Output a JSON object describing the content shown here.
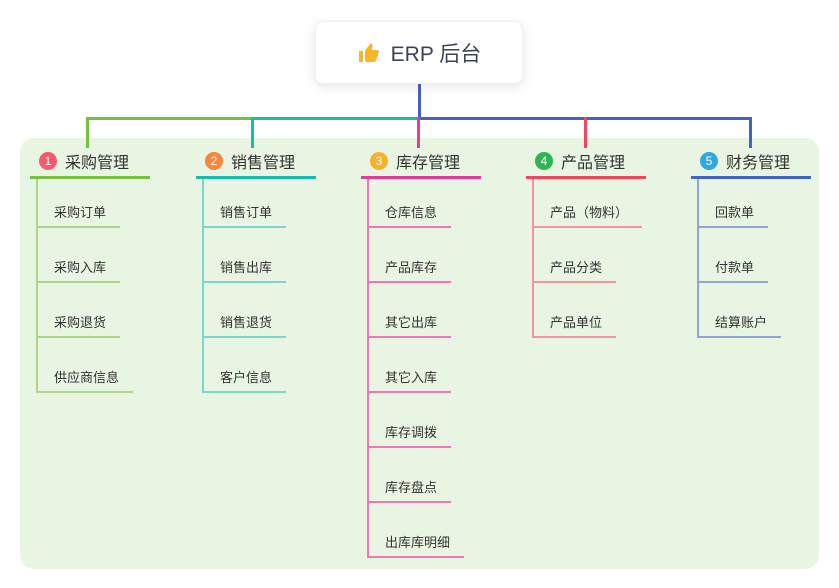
{
  "root": {
    "label": "ERP 后台",
    "icon": "thumbs-up"
  },
  "colors": {
    "canvas_bg": "#e8f5e3",
    "root_connector": "#4a5fc4",
    "branch_1": "#76bf3f",
    "branch_2": "#16bcb0",
    "branch_3": "#e03c9c",
    "branch_4": "#f0475a",
    "branch_5": "#3d64c6",
    "badge_1": "#f5596b",
    "badge_2": "#f6873c",
    "badge_3": "#f5b02c",
    "badge_4": "#2eb553",
    "badge_5": "#2fa8e0"
  },
  "branches": [
    {
      "badge": "1",
      "label": "采购管理",
      "children": [
        "采购订单",
        "采购入库",
        "采购退货",
        "供应商信息"
      ]
    },
    {
      "badge": "2",
      "label": "销售管理",
      "children": [
        "销售订单",
        "销售出库",
        "销售退货",
        "客户信息"
      ]
    },
    {
      "badge": "3",
      "label": "库存管理",
      "children": [
        "仓库信息",
        "产品库存",
        "其它出库",
        "其它入库",
        "库存调拨",
        "库存盘点",
        "出库库明细"
      ]
    },
    {
      "badge": "4",
      "label": "产品管理",
      "children": [
        "产品（物料）",
        "产品分类",
        "产品单位"
      ]
    },
    {
      "badge": "5",
      "label": "财务管理",
      "children": [
        "回款单",
        "付款单",
        "结算账户"
      ]
    }
  ]
}
